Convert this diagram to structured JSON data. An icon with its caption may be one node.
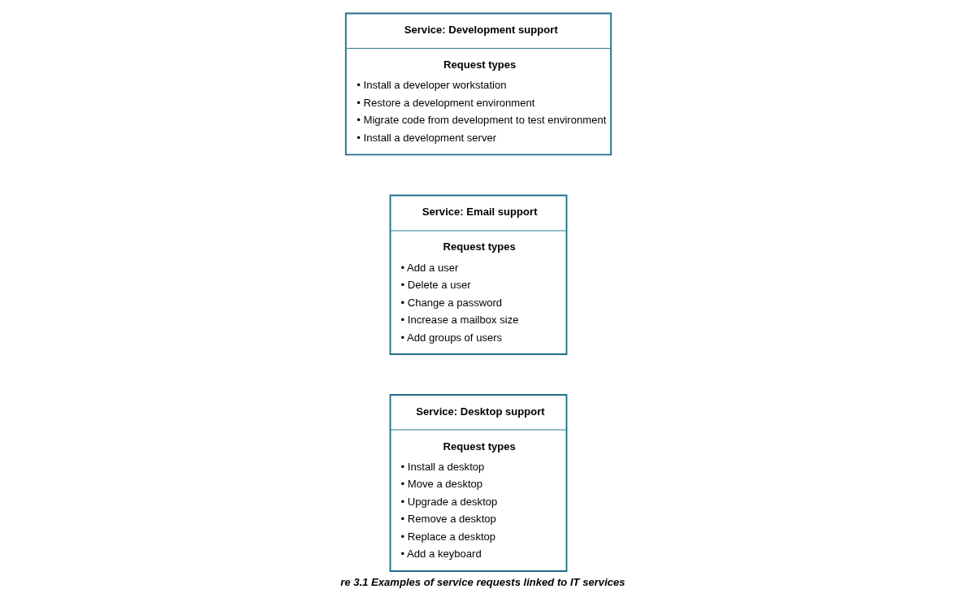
{
  "diagram": {
    "caption": "re 3.1 Examples of service requests linked to IT services",
    "nodes": [
      {
        "text": [
          "Service: Desktop support",
          "Request types",
          "• Install a desktop",
          "• Move a desktop",
          "• Upgrade a desktop",
          "• Remove a desktop",
          "• Replace a desktop",
          "• Add a keyboard"
        ]
      },
      {
        "text": [
          "Service: Email support",
          "Request types",
          "• Add a user",
          "• Delete a user",
          "• Change a password",
          "• Increase a mailbox size",
          "• Add groups of users"
        ]
      },
      {
        "text": [
          "Service: Development support",
          "Request types",
          "• Install a developer workstation",
          "• Restore a development environment",
          "• Migrate code from development to test environment",
          "• Install a development server"
        ]
      }
    ],
    "edges": []
  }
}
